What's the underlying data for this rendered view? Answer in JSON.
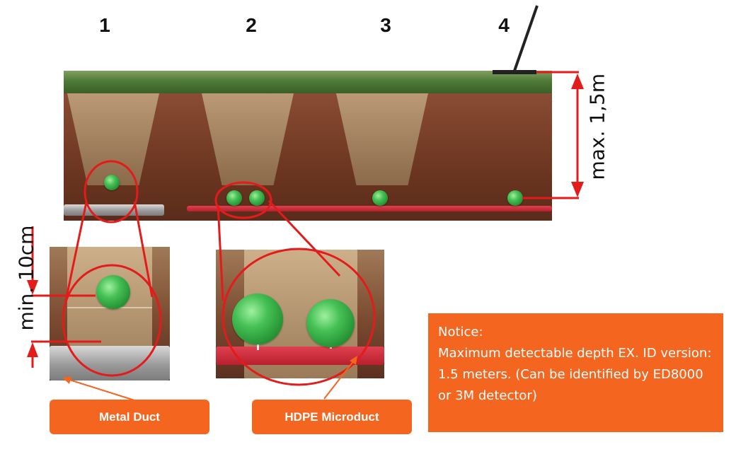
{
  "columns": [
    "1",
    "2",
    "3",
    "4"
  ],
  "depth_labels": {
    "max": "max. 1,5m",
    "min": "min. 10cm"
  },
  "duct_labels": {
    "metal": "Metal Duct",
    "hdpe": "HDPE Microduct"
  },
  "notice": {
    "title": "Notice:",
    "body": "Maximum detectable depth EX. ID version: 1.5 meters. (Can be identified by ED8000 or 3M detector)"
  },
  "colors": {
    "accent_orange": "#f4651f",
    "marker_green": "#2fae3f",
    "callout_red": "#e31b1b",
    "hdpe_red": "#c8202e",
    "grass_green": "#4f7a36",
    "soil_brown": "#6c3620"
  },
  "icons": [
    "ball-marker-icon",
    "locator-wand-icon"
  ]
}
